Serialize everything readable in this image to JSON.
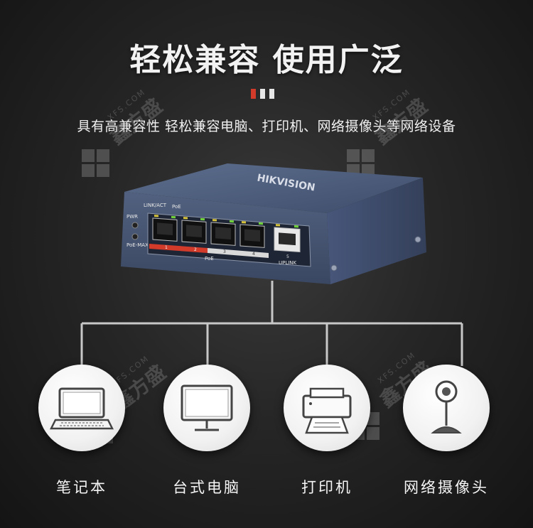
{
  "header": {
    "title": "轻松兼容 使用广泛",
    "subtitle": "具有高兼容性 轻松兼容电脑、打印机、网络摄像头等网络设备"
  },
  "watermark": {
    "brand": "鑫方盛",
    "site": "XFS.COM"
  },
  "device": {
    "brand": "HIKVISION",
    "led_labels": [
      "PWR",
      "PoE-MAX"
    ],
    "port_header_labels": [
      "LINK/ACT",
      "PoE"
    ],
    "port_numbers": [
      "1",
      "2",
      "3",
      "4",
      "5"
    ],
    "poe_label": "PoE",
    "uplink_label": "UPLINK"
  },
  "devices": [
    {
      "label": "笔记本",
      "icon": "laptop-icon"
    },
    {
      "label": "台式电脑",
      "icon": "monitor-icon"
    },
    {
      "label": "打印机",
      "icon": "printer-icon"
    },
    {
      "label": "网络摄像头",
      "icon": "webcam-icon"
    }
  ],
  "colors": {
    "background": "#1f1f1f",
    "accent_red": "#d23a2a",
    "switch_body": "#4a5a78",
    "line": "#c8c8c8"
  }
}
